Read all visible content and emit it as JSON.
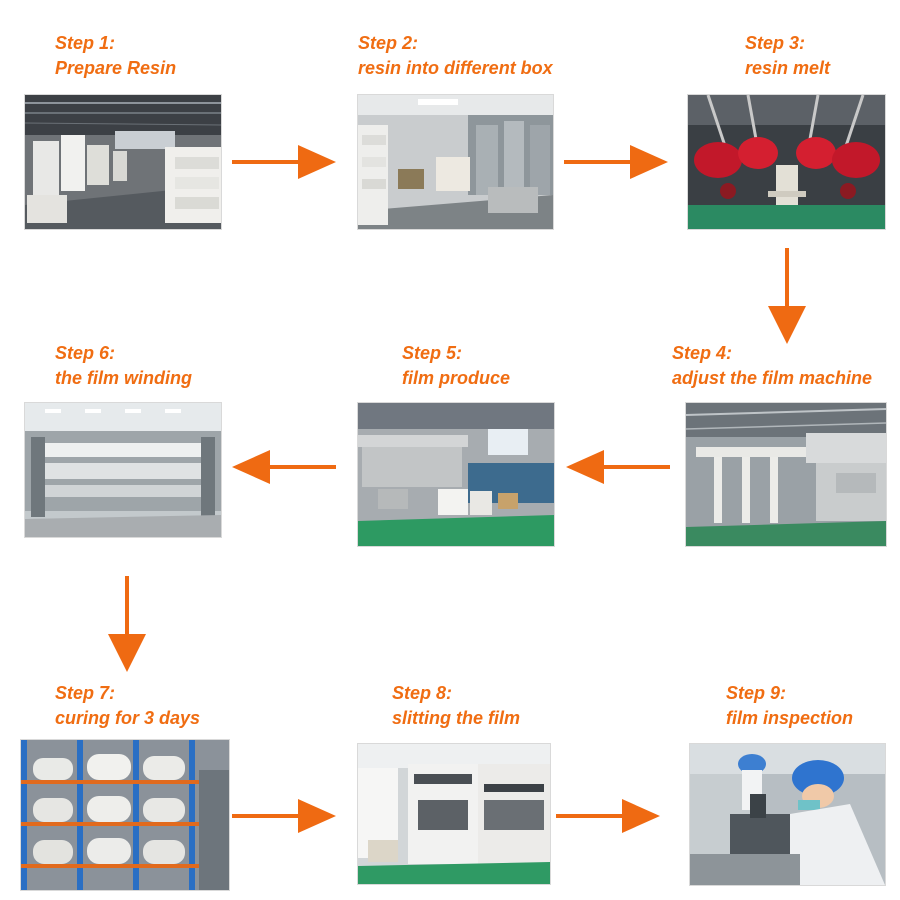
{
  "steps": [
    {
      "number": "Step 1:",
      "title": "Prepare  Resin",
      "scene": "warehouse-resin-bags"
    },
    {
      "number": "Step 2:",
      "title": "resin into different box",
      "scene": "resin-dosing-room"
    },
    {
      "number": "Step 3:",
      "title": "resin melt",
      "scene": "red-extruder-units"
    },
    {
      "number": "Step 4:",
      "title": "adjust the film machine",
      "scene": "film-line-platform"
    },
    {
      "number": "Step 5:",
      "title": "film produce",
      "scene": "film-production-floor"
    },
    {
      "number": "Step 6:",
      "title": "the film winding",
      "scene": "winding-machine"
    },
    {
      "number": "Step 7:",
      "title": "curing for 3 days",
      "scene": "film-rolls-on-racks"
    },
    {
      "number": "Step 8:",
      "title": "slitting the film",
      "scene": "slitting-machine"
    },
    {
      "number": "Step 9:",
      "title": "film inspection",
      "scene": "microscope-inspection"
    }
  ],
  "colors": {
    "label": "#f06d12",
    "arrow": "#ef6a12",
    "background": "#ffffff"
  }
}
